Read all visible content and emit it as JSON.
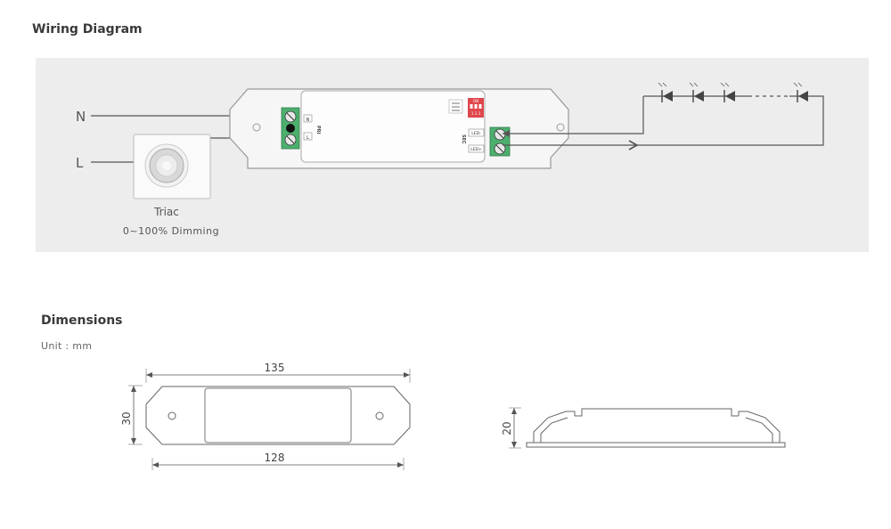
{
  "wiring": {
    "title": "Wiring Diagram",
    "terminal_n": "N",
    "terminal_l": "L",
    "dimmer_caption": "Triac",
    "dimmer_range": "0~100% Dimming",
    "pri_label": "PRI",
    "pri_n": "N",
    "pri_l": "L",
    "sec_label": "SEC",
    "sec_minus": "LED-",
    "sec_plus": "LED+",
    "dip_on": "ON",
    "dip_numbers": "1  2  3"
  },
  "dimensions": {
    "title": "Dimensions",
    "unit": "Unit : mm",
    "length_total": "135",
    "length_inner": "128",
    "width": "30",
    "height": "20"
  },
  "colors": {
    "panel_bg": "#ededed",
    "terminal_green": "#4caf6e",
    "dip_red": "#e0474c",
    "line": "#555555"
  }
}
